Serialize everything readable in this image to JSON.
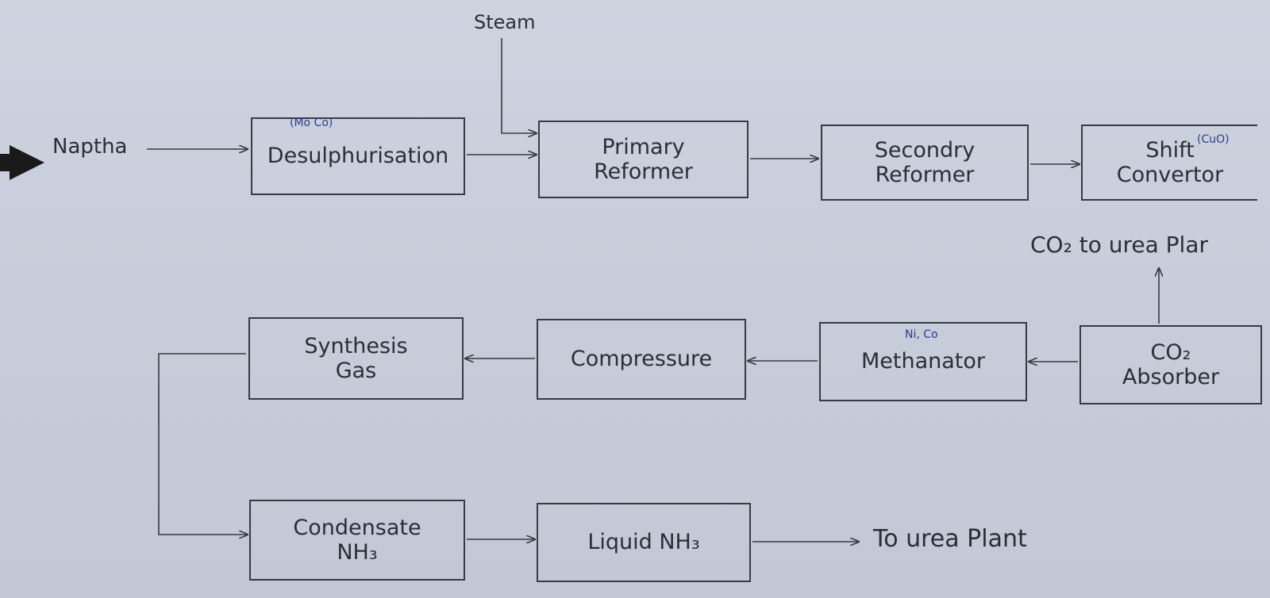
{
  "inputs": {
    "feed": "Naptha",
    "steam": "Steam"
  },
  "row1": [
    {
      "id": "desulph",
      "label_lines": [
        "Desulphurisation"
      ],
      "note": "(Mo Co)"
    },
    {
      "id": "primary",
      "label_lines": [
        "Primary",
        "Reformer"
      ]
    },
    {
      "id": "secondary",
      "label_lines": [
        "Secondry",
        "Reformer"
      ]
    },
    {
      "id": "shift",
      "label_lines": [
        "Shift",
        "Convertor"
      ],
      "note": "(CuO)"
    }
  ],
  "row2": [
    {
      "id": "synthesis",
      "label_lines": [
        "Synthesis",
        "Gas"
      ]
    },
    {
      "id": "compressure",
      "label_lines": [
        "Compressure"
      ]
    },
    {
      "id": "methanator",
      "label_lines": [
        "Methanator"
      ],
      "note": "Ni, Co"
    },
    {
      "id": "absorber",
      "label_lines": [
        "CO₂",
        "Absorber"
      ]
    }
  ],
  "row3": [
    {
      "id": "condensate",
      "label_lines": [
        "Condensate",
        "NH₃"
      ]
    },
    {
      "id": "liquid",
      "label_lines": [
        "Liquid NH₃"
      ]
    }
  ],
  "outputs": {
    "co2": "CO₂ to urea Plar",
    "urea": "To urea Plant"
  },
  "colors": {
    "ink": "#2d2d36",
    "note_ink": "#2b3d8f",
    "paper": "#c9cfdc"
  }
}
